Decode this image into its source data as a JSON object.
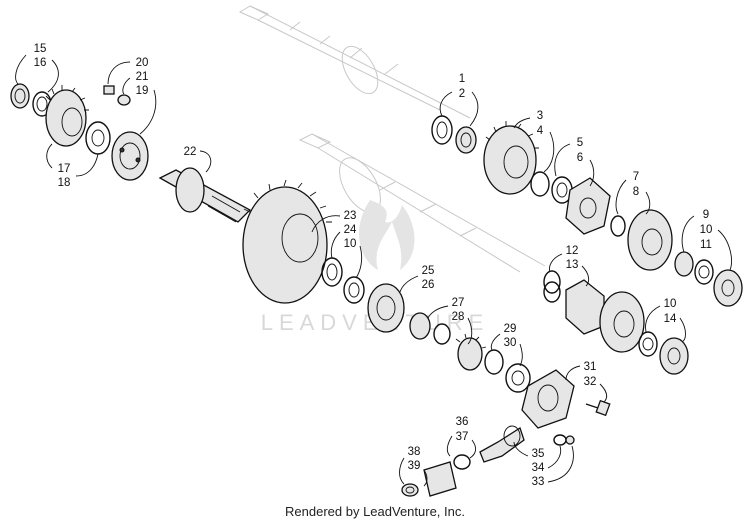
{
  "watermark": "LEADVENTURE",
  "footer": "Rendered by LeadVenture, Inc.",
  "callouts": [
    {
      "id": "c15-16",
      "labels": [
        "15",
        "16"
      ]
    },
    {
      "id": "c20-21-19",
      "labels": [
        "20",
        "21",
        "19"
      ]
    },
    {
      "id": "c17-18",
      "labels": [
        "17",
        "18"
      ]
    },
    {
      "id": "c22",
      "labels": [
        "22"
      ]
    },
    {
      "id": "c1-2",
      "labels": [
        "1",
        "2"
      ]
    },
    {
      "id": "c3-4",
      "labels": [
        "3",
        "4"
      ]
    },
    {
      "id": "c5-6",
      "labels": [
        "5",
        "6"
      ]
    },
    {
      "id": "c7-8",
      "labels": [
        "7",
        "8"
      ]
    },
    {
      "id": "c9-10-11",
      "labels": [
        "9",
        "10",
        "11"
      ]
    },
    {
      "id": "c23-24-10",
      "labels": [
        "23",
        "24",
        "10"
      ]
    },
    {
      "id": "c25-26",
      "labels": [
        "25",
        "26"
      ]
    },
    {
      "id": "c27-28",
      "labels": [
        "27",
        "28"
      ]
    },
    {
      "id": "c12-13",
      "labels": [
        "12",
        "13"
      ]
    },
    {
      "id": "c10-14",
      "labels": [
        "10",
        "14"
      ]
    },
    {
      "id": "c29-30",
      "labels": [
        "29",
        "30"
      ]
    },
    {
      "id": "c31-32",
      "labels": [
        "31",
        "32"
      ]
    },
    {
      "id": "c36-37",
      "labels": [
        "36",
        "37"
      ]
    },
    {
      "id": "c38-39",
      "labels": [
        "38",
        "39"
      ]
    },
    {
      "id": "c35-34-33",
      "labels": [
        "35",
        "34",
        "33"
      ]
    }
  ]
}
